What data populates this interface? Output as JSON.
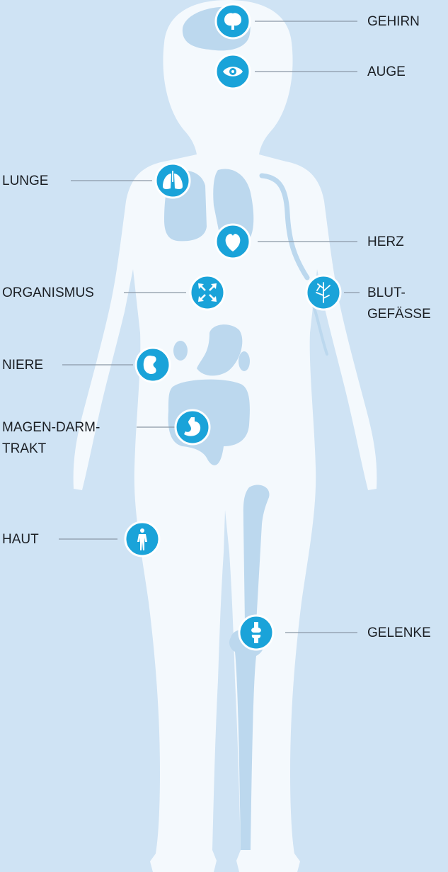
{
  "colors": {
    "background": "#cfe3f4",
    "body": "#f4f9fd",
    "organ": "#bcd8ee",
    "marker": "#1aa3d9",
    "leader": "#8a99a6"
  },
  "labels": {
    "brain": "GEHIRN",
    "eye": "AUGE",
    "lung": "LUNGE",
    "heart": "HERZ",
    "organism": "ORGANISMUS",
    "vessels": "BLUT-\nGEFÄSSE",
    "kidney": "NIERE",
    "gi_tract": "MAGEN-DARM-\nTRAKT",
    "skin": "HAUT",
    "joints": "GELENKE"
  },
  "icons": {
    "brain": "brain-icon",
    "eye": "eye-icon",
    "lung": "lungs-icon",
    "heart": "heart-icon",
    "organism": "expand-arrows-icon",
    "vessels": "blood-vessels-icon",
    "kidney": "kidney-icon",
    "gi_tract": "stomach-icon",
    "skin": "human-figure-icon",
    "joints": "knee-joint-icon"
  }
}
